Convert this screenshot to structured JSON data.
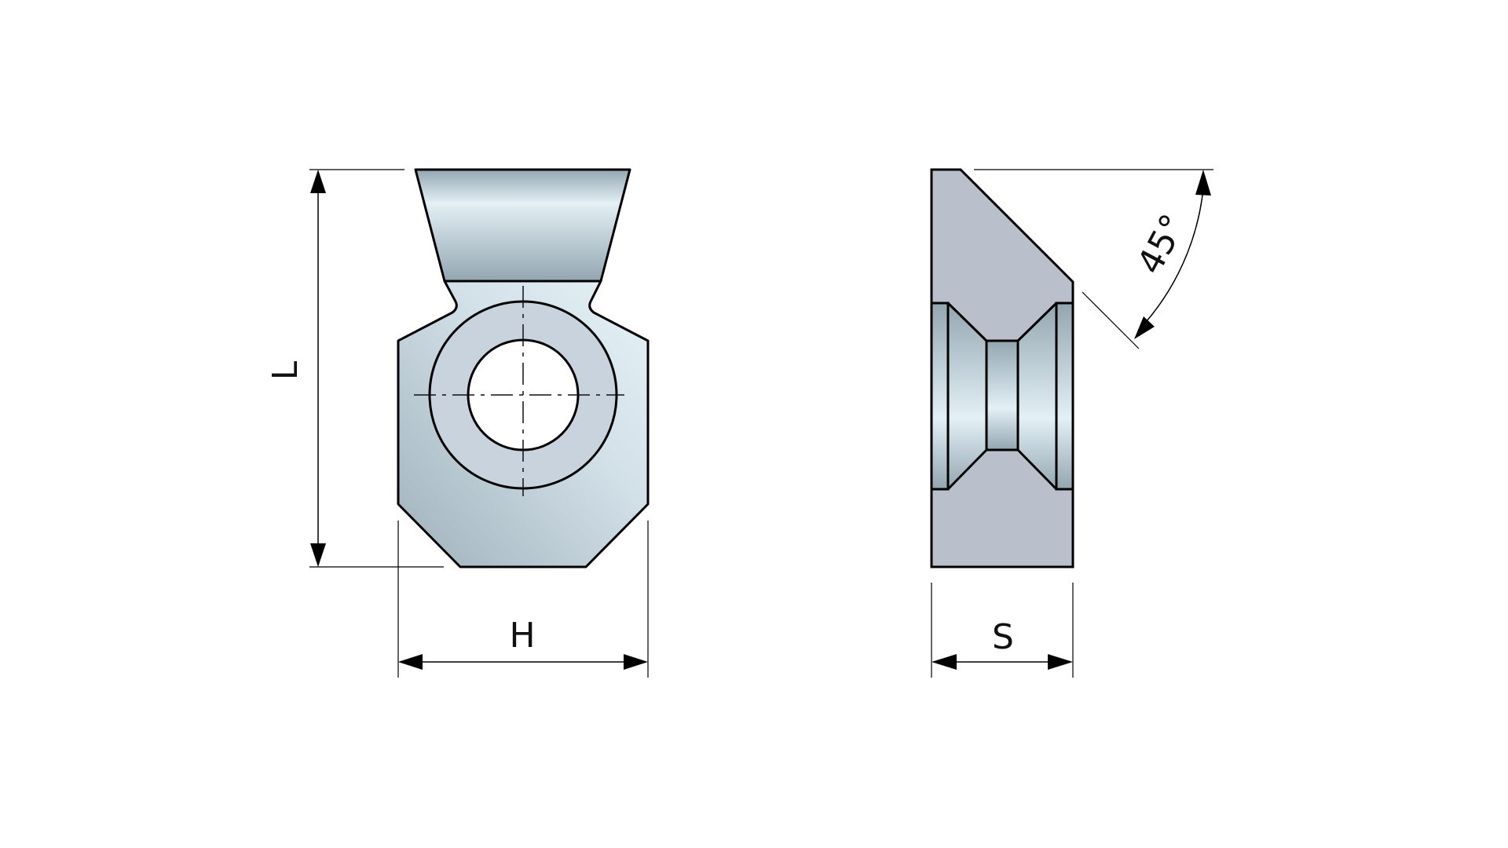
{
  "drawing": {
    "front_view": {
      "dimension_length_label": "L",
      "dimension_height_label": "H"
    },
    "side_view": {
      "dimension_thickness_label": "S",
      "angle_label": "45°"
    }
  },
  "colors": {
    "outline": "#000000",
    "side_face": "#b9bfcb",
    "steel_light": "#e3f0f6",
    "steel_dark": "#98aab4",
    "ring_face": "#c9d3dd"
  }
}
